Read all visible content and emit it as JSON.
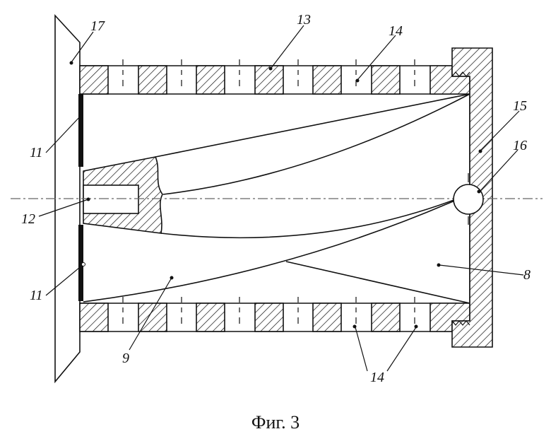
{
  "figure": {
    "caption": "Фиг. 3",
    "labels": {
      "l17": "17",
      "l13": "13",
      "l14_top": "14",
      "l15": "15",
      "l16": "16",
      "l11_top": "11",
      "l12": "12",
      "l11_bottom": "11",
      "l8": "8",
      "l9": "9",
      "l14_bottom": "14"
    }
  }
}
